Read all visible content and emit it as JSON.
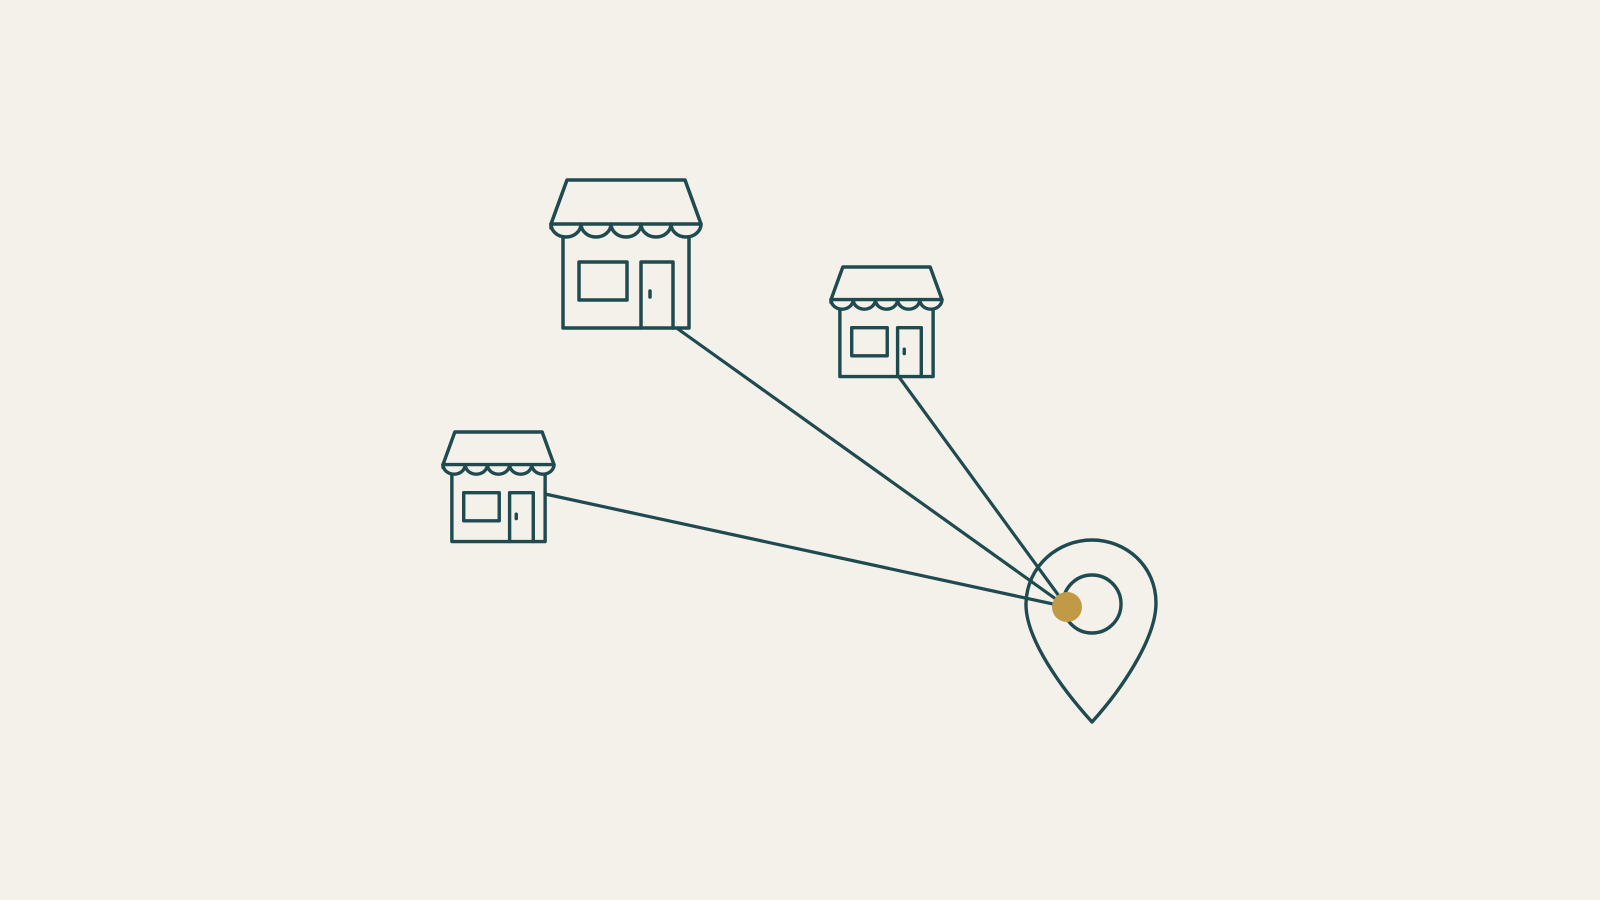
{
  "colors": {
    "background": "#f4f0ea",
    "line": "#1f4a4f",
    "dot": "#c19a48"
  },
  "icons": {
    "store": "storefront-icon",
    "pin": "map-pin-icon",
    "location_dot": "location-dot"
  },
  "stores": [
    {
      "id": "store-large"
    },
    {
      "id": "store-right"
    },
    {
      "id": "store-left"
    }
  ]
}
